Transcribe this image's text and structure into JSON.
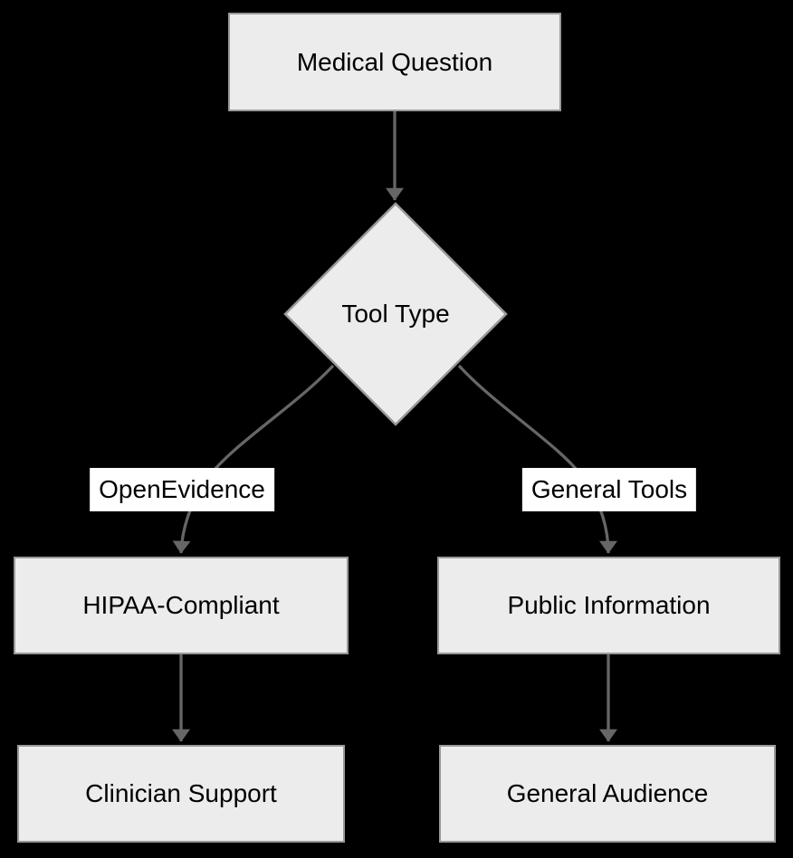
{
  "diagram": {
    "type": "flowchart",
    "direction": "top-down",
    "nodes": [
      {
        "id": "medical-question",
        "label": "Medical Question",
        "shape": "rect"
      },
      {
        "id": "tool-type",
        "label": "Tool Type",
        "shape": "diamond"
      },
      {
        "id": "hipaa-compliant",
        "label": "HIPAA-Compliant",
        "shape": "rect"
      },
      {
        "id": "public-information",
        "label": "Public Information",
        "shape": "rect"
      },
      {
        "id": "clinician-support",
        "label": "Clinician Support",
        "shape": "rect"
      },
      {
        "id": "general-audience",
        "label": "General Audience",
        "shape": "rect"
      }
    ],
    "edges": [
      {
        "from": "medical-question",
        "to": "tool-type",
        "label": ""
      },
      {
        "from": "tool-type",
        "to": "hipaa-compliant",
        "label": "OpenEvidence"
      },
      {
        "from": "tool-type",
        "to": "public-information",
        "label": "General Tools"
      },
      {
        "from": "hipaa-compliant",
        "to": "clinician-support",
        "label": ""
      },
      {
        "from": "public-information",
        "to": "general-audience",
        "label": ""
      }
    ],
    "colors": {
      "background": "#000000",
      "node_fill": "#ececec",
      "node_border": "#999999",
      "node_text": "#000000",
      "edge_line": "#666666",
      "edge_label_bg": "#ffffff",
      "edge_label_text": "#000000"
    }
  }
}
